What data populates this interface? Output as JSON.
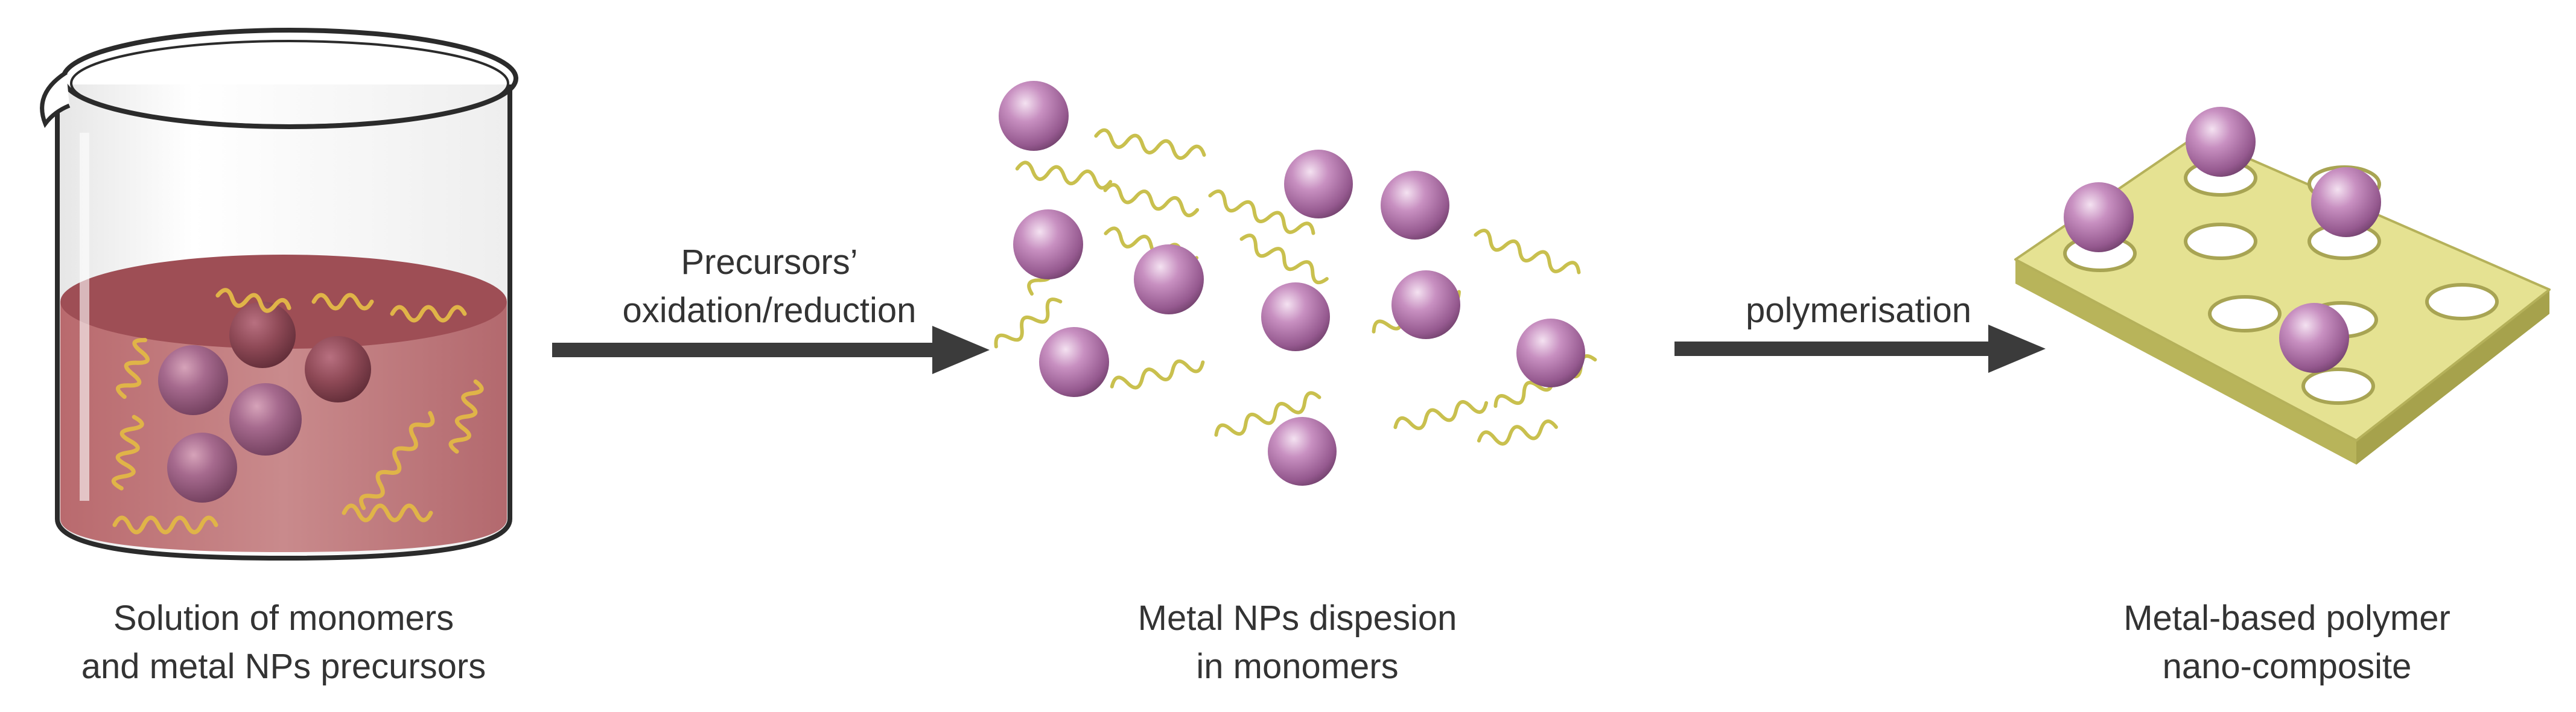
{
  "steps": [
    {
      "caption_line1": "Solution of monomers",
      "caption_line2": "and metal NPs precursors"
    },
    {
      "caption_line1": "Metal NPs dispesion",
      "caption_line2": "in monomers"
    },
    {
      "caption_line1": "Metal-based polymer",
      "caption_line2": "nano-composite"
    }
  ],
  "arrows": [
    {
      "label_line1": "Precursors’",
      "label_line2": "oxidation/reduction"
    },
    {
      "label_line1": "polymerisation"
    }
  ],
  "colors": {
    "nanoparticle": "#b77bb0",
    "chain": "#c8c24a",
    "liquid": "#a8585e",
    "plate": "#e3e08e",
    "arrow": "#3b3b3b",
    "text": "#333333"
  }
}
